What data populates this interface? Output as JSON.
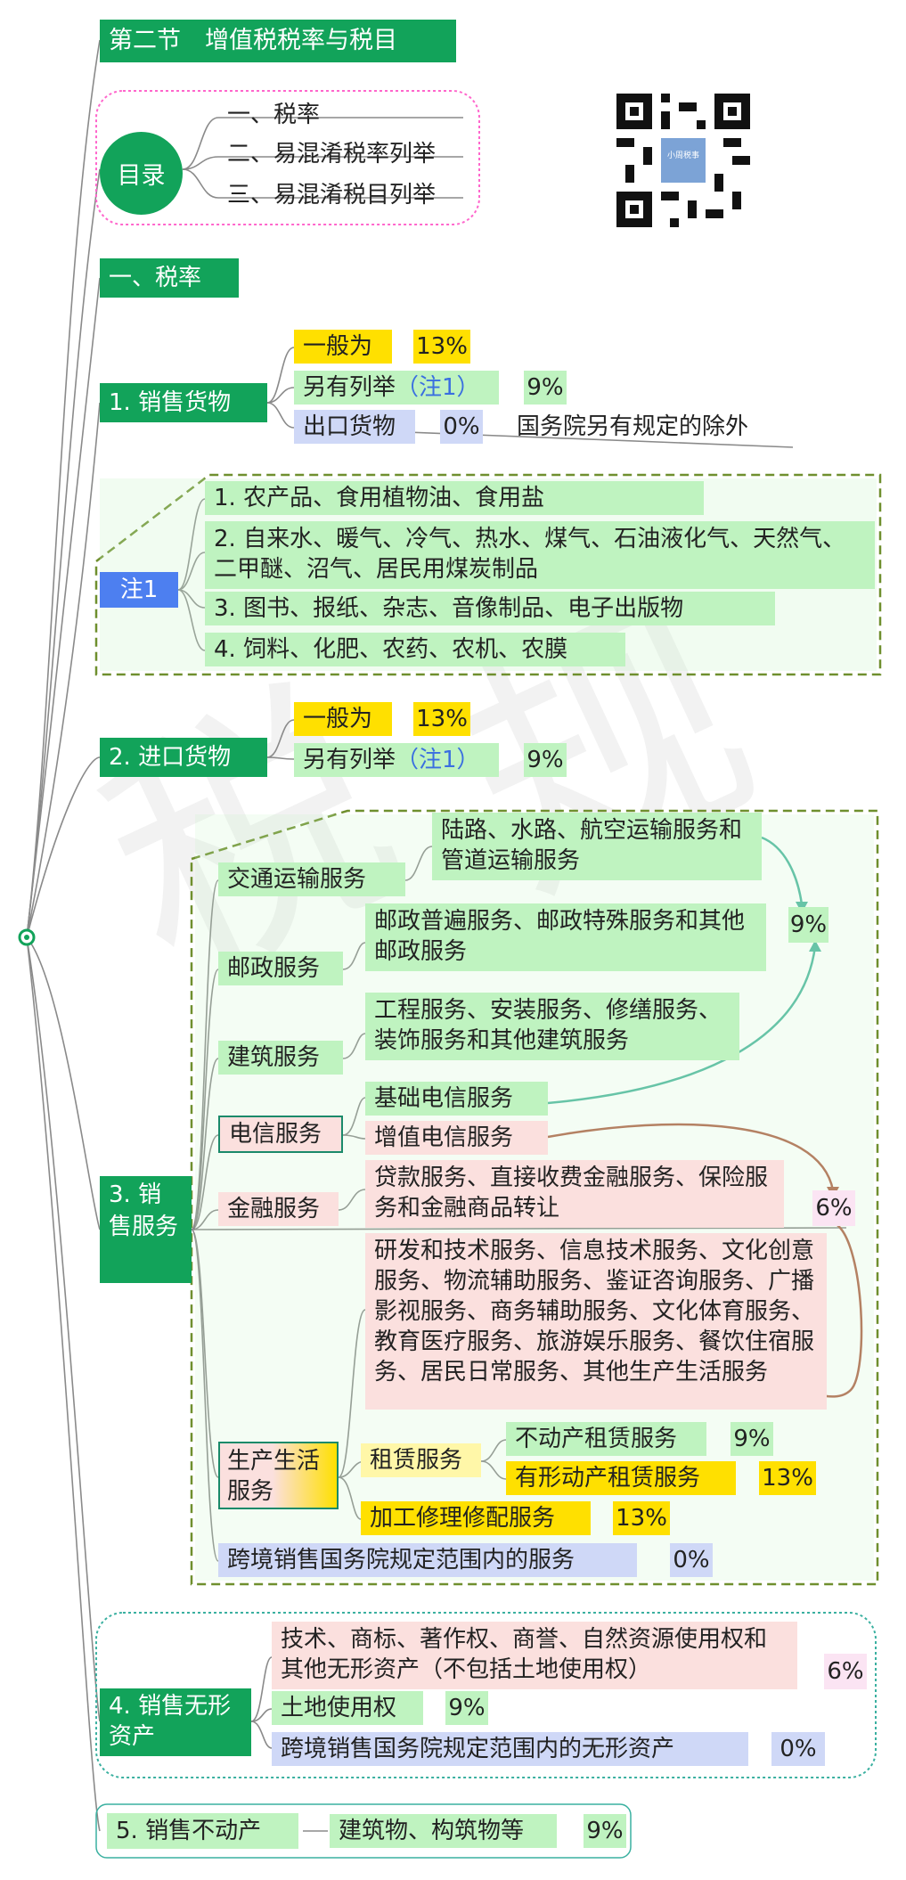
{
  "title": "第二节　增值税税率与税目",
  "toc": {
    "label": "目录",
    "items": [
      "一、税率",
      "二、易混淆税率列举",
      "三、易混淆税目列举"
    ]
  },
  "section1": "一、税率",
  "goods": {
    "label": "1. 销售货物",
    "general": "一般为",
    "general_rate": "13%",
    "other": "另有列举",
    "other_note": "（注1）",
    "other_rate": "9%",
    "export": "出口货物",
    "export_rate": "0%",
    "export_except": "国务院另有规定的除外"
  },
  "note1": {
    "label": "注1",
    "items": [
      "1. 农产品、食用植物油、食用盐",
      "2. 自来水、暖气、冷气、热水、煤气、石油液化气、天然气、二甲醚、沼气、居民用煤炭制品",
      "3. 图书、报纸、杂志、音像制品、电子出版物",
      "4. 饲料、化肥、农药、农机、农膜"
    ]
  },
  "import": {
    "label": "2. 进口货物",
    "general": "一般为",
    "general_rate": "13%",
    "other": "另有列举",
    "other_note": "（注1）",
    "other_rate": "9%"
  },
  "services": {
    "label": "3. 销售服务",
    "transport": "交通运输服务",
    "transport_detail": "陆路、水路、航空运输服务和管道运输服务",
    "postal": "邮政服务",
    "postal_detail": "邮政普遍服务、邮政特殊服务和其他邮政服务",
    "construction": "建筑服务",
    "construction_detail": "工程服务、安装服务、修缮服务、装饰服务和其他建筑服务",
    "telecom": "电信服务",
    "telecom_basic": "基础电信服务",
    "telecom_value": "增值电信服务",
    "finance": "金融服务",
    "finance_detail": "贷款服务、直接收费金融服务、保险服务和金融商品转让",
    "life": "生产生活服务",
    "life_detail": "研发和技术服务、信息技术服务、文化创意服务、物流辅助服务、鉴证咨询服务、广播影视服务、商务辅助服务、文化体育服务、教育医疗服务、旅游娱乐服务、餐饮住宿服务、居民日常服务、其他生产生活服务",
    "lease": "租赁服务",
    "lease_real": "不动产租赁服务",
    "lease_real_rate": "9%",
    "lease_tangible": "有形动产租赁服务",
    "lease_tangible_rate": "13%",
    "processing": "加工修理修配服务",
    "processing_rate": "13%",
    "crossborder": "跨境销售国务院规定范围内的服务",
    "crossborder_rate": "0%",
    "rate_9": "9%",
    "rate_6": "6%"
  },
  "intangible": {
    "label": "4. 销售无形资产",
    "tech": "技术、商标、著作权、商誉、自然资源使用权和其他无形资产（不包括土地使用权）",
    "tech_rate": "6%",
    "land": "土地使用权",
    "land_rate": "9%",
    "crossborder": "跨境销售国务院规定范围内的无形资产",
    "crossborder_rate": "0%"
  },
  "realestate": {
    "label": "5. 销售不动产",
    "detail": "建筑物、构筑物等",
    "rate": "9%"
  },
  "qr": {
    "caption": "小周税事"
  }
}
